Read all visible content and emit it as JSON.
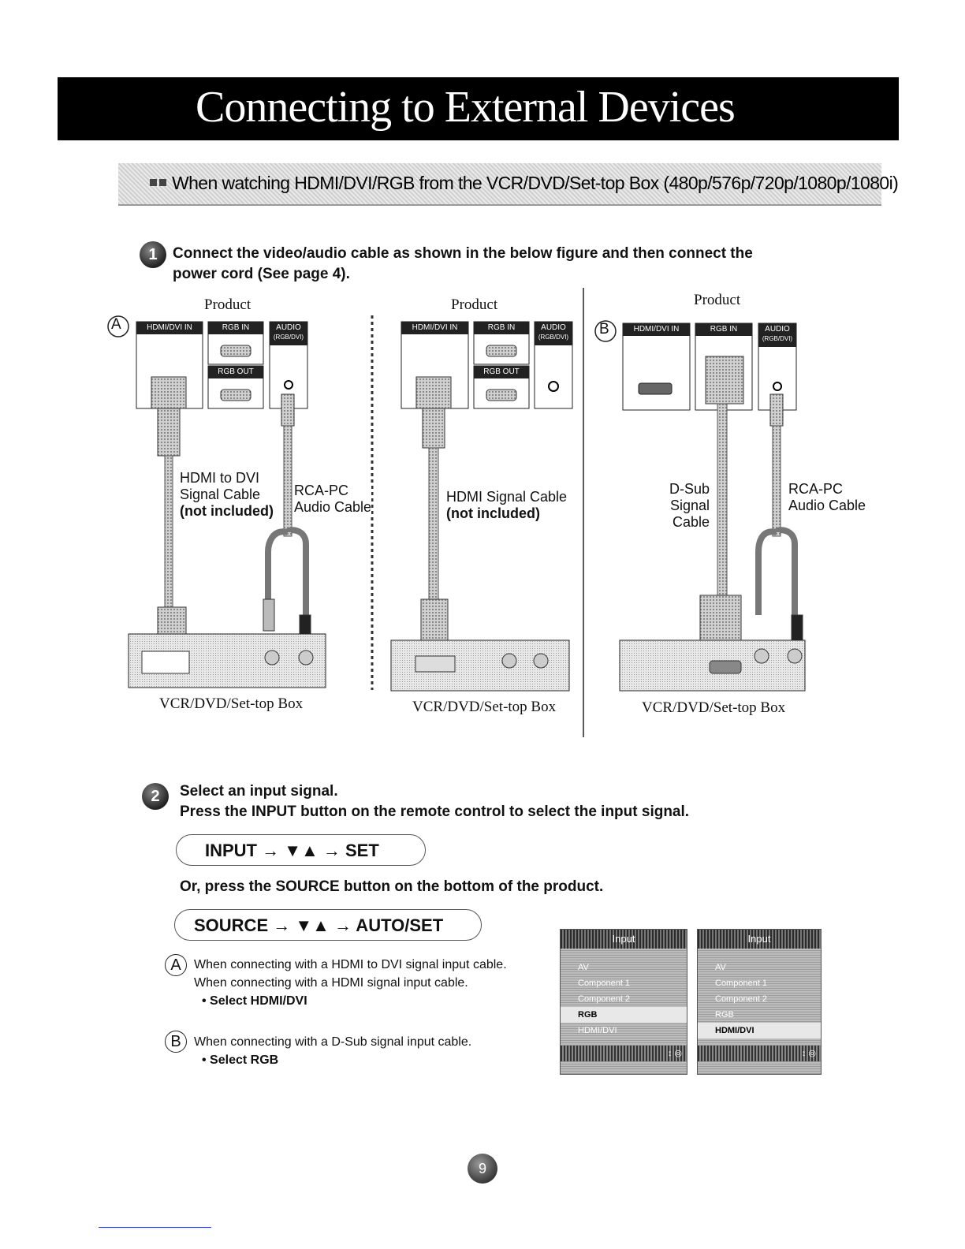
{
  "header": {
    "title": "Connecting to External Devices"
  },
  "subtitle": "When watching HDMI/DVI/RGB  from the VCR/DVD/Set-top Box (480p/576p/720p/1080p/1080i)",
  "step1": {
    "number": "1",
    "text_line1": "Connect the video/audio cable as shown in the below figure and then connect the",
    "text_line2": "power cord (See page 4)."
  },
  "diagrams": {
    "product_label": "Product",
    "device_label": "VCR/DVD/Set-top Box",
    "marker_a": "A",
    "marker_b": "B",
    "ports": {
      "hdmi": "HDMI/DVI IN",
      "rgb_in": "RGB IN",
      "rgb_out": "RGB OUT",
      "audio": "AUDIO",
      "audio_sub": "(RGB/DVI)"
    },
    "panel_a": {
      "cable1_l1": "HDMI to DVI",
      "cable1_l2": "Signal Cable",
      "cable1_l3": "(not included)",
      "cable2_l1": "RCA-PC",
      "cable2_l2": "Audio Cable"
    },
    "panel_mid": {
      "cable1_l1": "HDMI Signal Cable",
      "cable1_l2": "(not included)"
    },
    "panel_b": {
      "cable1_l1": "D-Sub Signal",
      "cable1_l2": "Cable",
      "cable2_l1": "RCA-PC",
      "cable2_l2": "Audio Cable"
    }
  },
  "step2": {
    "number": "2",
    "line1": "Select an input signal.",
    "line2": "Press the INPUT button on the remote control to select the input signal.",
    "seq1": "INPUT →  ▼▲ →  SET",
    "or_text": "Or, press the SOURCE button on the bottom of the product.",
    "seq2": "SOURCE →  ▼▲ →  AUTO/SET",
    "note_a_line1": "When connecting with a HDMI to DVI signal input cable.",
    "note_a_line2": "When connecting with a HDMI signal input cable.",
    "note_a_line3": "• Select HDMI/DVI",
    "note_b_line1": "When connecting with a D-Sub signal input cable.",
    "note_b_line2": "• Select RGB"
  },
  "osd": {
    "title": "Input",
    "items": [
      "AV",
      "Component 1",
      "Component 2",
      "RGB",
      "HDMI/DVI"
    ],
    "selected_left": "RGB",
    "selected_right": "HDMI/DVI",
    "footer": "↕ ◎"
  },
  "page_number": "9"
}
